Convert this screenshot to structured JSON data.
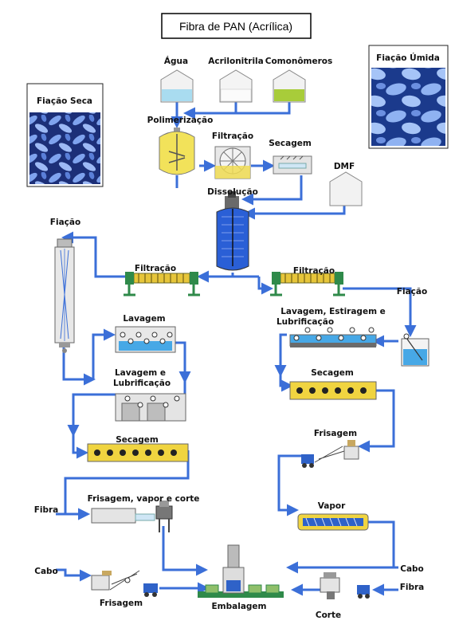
{
  "title": "Fibra de PAN (Acrílica)",
  "panels": {
    "dry": "Fiação Seca",
    "wet": "Fiação Úmida"
  },
  "labels": {
    "agua": "Água",
    "acrilonitrila": "Acrilonitrila",
    "comonomeros": "Comonômeros",
    "polimerizacao": "Polimerização",
    "filtracao_top": "Filtração",
    "secagem_top": "Secagem",
    "dmf": "DMF",
    "dissolucao": "Dissolução",
    "fiacao_left": "Fiação",
    "filtracao_left": "Filtração",
    "filtracao_right": "Filtração",
    "fiacao_right": "Fiação",
    "lavagem": "Lavagem",
    "lavagem_lub_1": "Lavagem e",
    "lavagem_lub_2": "Lubrificação",
    "lav_est_1": "Lavagem, Estiragem e",
    "lav_est_2": "Lubrificação",
    "secagem_left": "Secagem",
    "secagem_right": "Secagem",
    "frisagem_right": "Frisagem",
    "frisagem_vapor": "Frisagem, vapor e corte",
    "fibra_left": "Fibra",
    "vapor": "Vapor",
    "cabo_left": "Cabo",
    "cabo_right": "Cabo",
    "fibra_right": "Fibra",
    "frisagem_bottom": "Frisagem",
    "embalagem": "Embalagem",
    "corte": "Corte"
  },
  "colors": {
    "flow": "#3b6fd8",
    "tank_water": "#a9dcf0",
    "tank_white": "#f4f4f4",
    "tank_green": "#a8cc3a",
    "reactor_yellow": "#f2e25a",
    "dryer_yellow": "#f0d440",
    "dissolver_blue": "#2a5fd6",
    "wash_blue": "#47a8e6"
  }
}
